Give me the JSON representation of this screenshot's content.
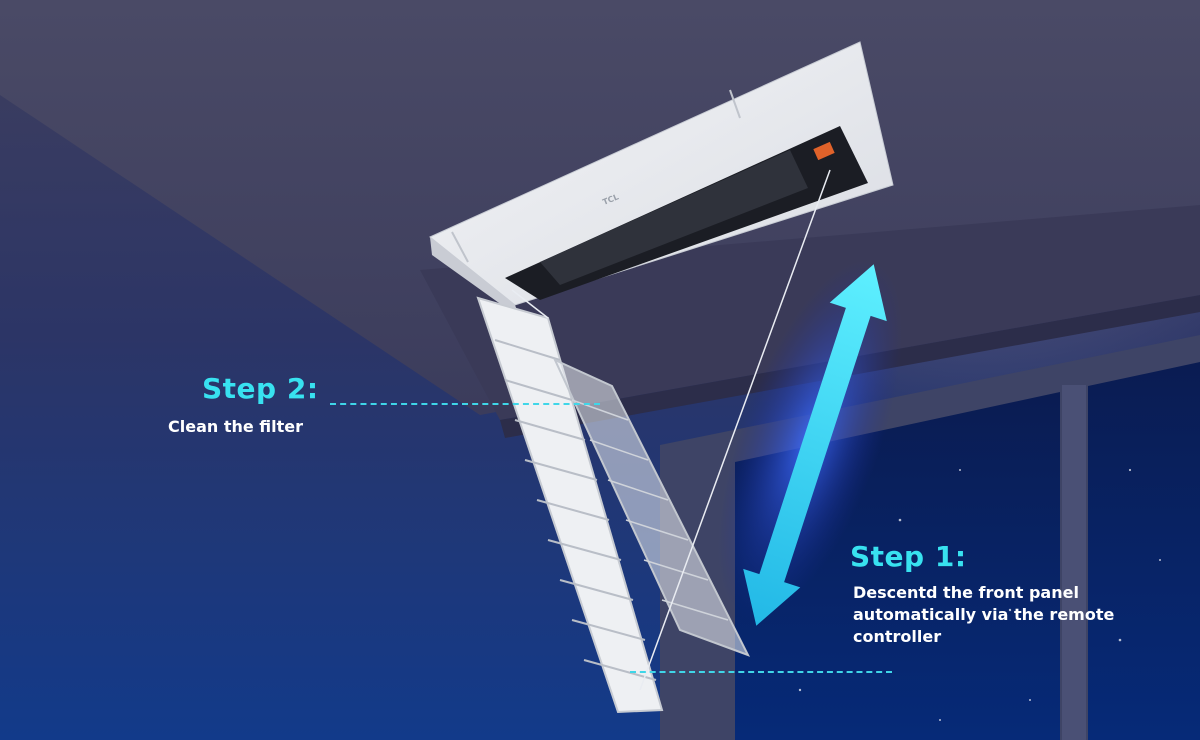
{
  "brand": "TCL",
  "step2": {
    "title": "Step 2:",
    "text": "Clean the filter"
  },
  "step1": {
    "title": "Step 1:",
    "text": "Descentd the front panel automatically via the remote controller"
  },
  "colors": {
    "accent": "#38e2f0",
    "text": "#ffffff",
    "background_top": "#3f3f5e",
    "background_bottom": "#123a8a"
  },
  "icons": {
    "motion_arrow": "double-headed-arrow-icon"
  }
}
